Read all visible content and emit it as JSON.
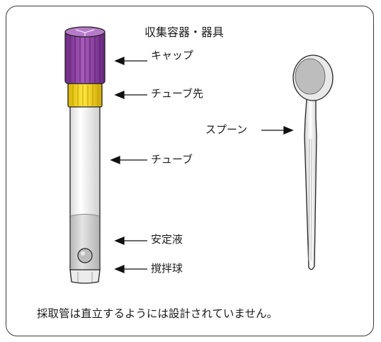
{
  "title": "収集容器・器具",
  "labels": {
    "cap": "キャップ",
    "tube_tip": "チューブ先",
    "tube": "チューブ",
    "stabilizer": "安定液",
    "stir_ball": "撹拌球",
    "spoon": "スプーン"
  },
  "note": "採取管は直立するようには設計されていません。",
  "colors": {
    "cap_purple": "#8a3d9e",
    "tip_yellow": "#f2d21a",
    "tube_white": "#f7f7f7",
    "liquid_gray": "#cfcfcf"
  }
}
